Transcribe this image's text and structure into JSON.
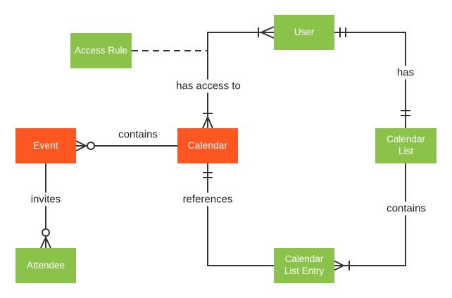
{
  "colors": {
    "entity_orange": "#FF5722",
    "entity_green": "#8BC34A",
    "wire": "#333333",
    "label_text": "#212121",
    "background": "#ffffff"
  },
  "entities": {
    "access_rule": {
      "label": "Access Rule"
    },
    "user": {
      "label": "User"
    },
    "event": {
      "label": "Event"
    },
    "calendar": {
      "label": "Calendar"
    },
    "calendar_list": {
      "label": "Calendar List"
    },
    "attendee": {
      "label": "Attendee"
    },
    "calendar_list_entry": {
      "label": "Calendar List Entry"
    }
  },
  "relationships": {
    "event_calendar": {
      "label": "contains"
    },
    "calendar_user": {
      "label": "has access to"
    },
    "user_calendar_list": {
      "label": "has"
    },
    "calendar_list_entry": {
      "label": "contains"
    },
    "calendar_entry_ref": {
      "label": "references"
    },
    "event_attendee": {
      "label": "invites"
    }
  }
}
